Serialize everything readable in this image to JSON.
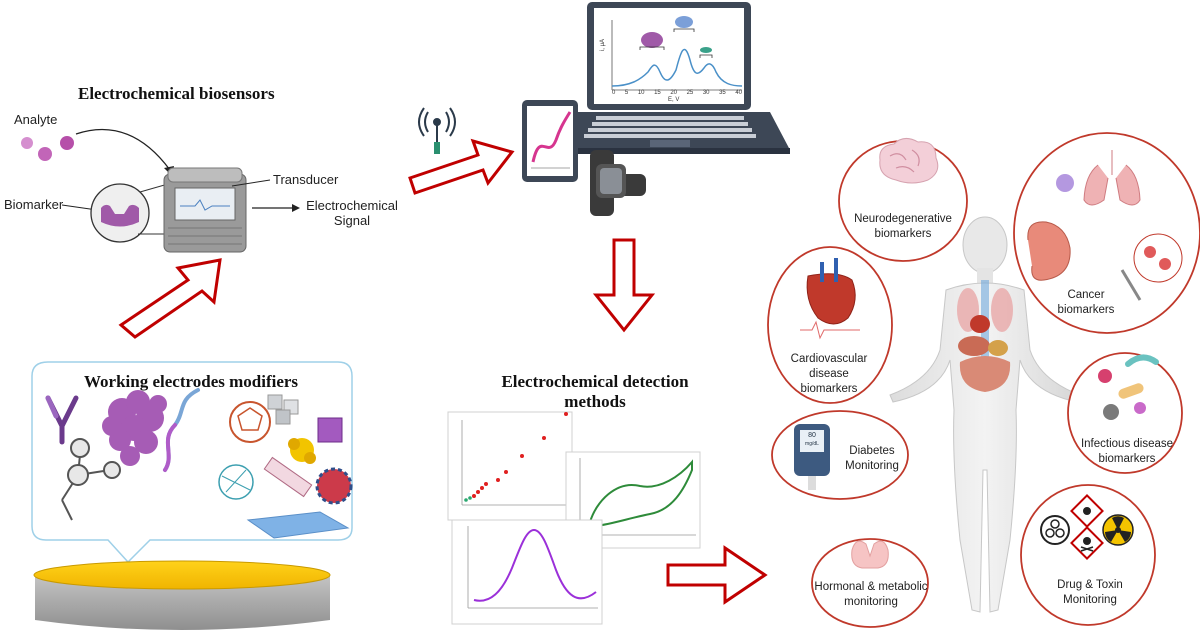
{
  "colors": {
    "arrow_red": "#c00000",
    "circle_red": "#c0392b",
    "electrode_gold": "#f5c200",
    "electrode_gray": "#a9a9a9",
    "protein_purple": "#a65cb5",
    "laptop_dark": "#3d4756",
    "cv_green": "#2e8b3a",
    "dpv_purple": "#9b30d9"
  },
  "biosensor": {
    "title": "Electrochemical biosensors",
    "analyte_label": "Analyte",
    "biomarker_label": "Biomarker",
    "transducer_label": "Transducer",
    "signal_label_line1": "Electrochemical",
    "signal_label_line2": "Signal"
  },
  "modifiers": {
    "title": "Working electrodes modifiers"
  },
  "detection": {
    "title_line1": "Electrochemical detection",
    "title_line2": "methods"
  },
  "laptop_plot": {
    "y_axis_label": "i, μA",
    "x_axis_label": "E, V",
    "x_ticks": [
      "0",
      "5",
      "10",
      "15",
      "20",
      "25",
      "30",
      "35",
      "40"
    ]
  },
  "applications": {
    "neuro_line1": "Neurodegenerative",
    "neuro_line2": "biomarkers",
    "cancer_line1": "Cancer",
    "cancer_line2": "biomarkers",
    "cardio_line1": "Cardiovascular",
    "cardio_line2": "disease",
    "cardio_line3": "biomarkers",
    "diabetes_line1": "Diabetes",
    "diabetes_line2": "Monitoring",
    "infectious_line1": "Infectious disease",
    "infectious_line2": "biomarkers",
    "hormonal_line1": "Hormonal & metabolic",
    "hormonal_line2": "monitoring",
    "drug_line1": "Drug & Toxin",
    "drug_line2": "Monitoring",
    "glucometer_reading": "80",
    "glucometer_unit": "mg/dL"
  },
  "icons": [
    "wifi-antenna-icon",
    "biohazard-icon",
    "radiation-icon",
    "skull-crossbones-icon"
  ]
}
